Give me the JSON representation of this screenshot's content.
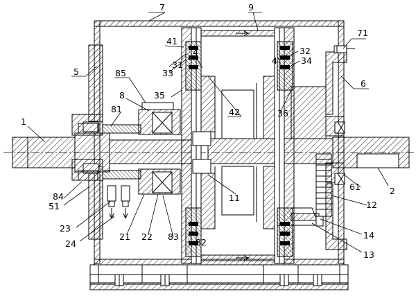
{
  "labels": {
    "l1": "1",
    "l2": "2",
    "l5": "5",
    "l6": "6",
    "l7": "7",
    "l8": "8",
    "l9": "9",
    "l4a": "4",
    "l4b": "4",
    "l11": "11",
    "l12": "12",
    "l13": "13",
    "l14": "14",
    "l21": "21",
    "l22": "22",
    "l23": "23",
    "l24": "24",
    "l31": "31",
    "l32": "32",
    "l33": "33",
    "l34": "34",
    "l35": "35",
    "l36": "36",
    "l41": "41",
    "l42": "42",
    "l51": "51",
    "l61": "61",
    "l71": "71",
    "l81": "81",
    "l82": "82",
    "l83": "83",
    "l84": "84",
    "l85": "85"
  }
}
